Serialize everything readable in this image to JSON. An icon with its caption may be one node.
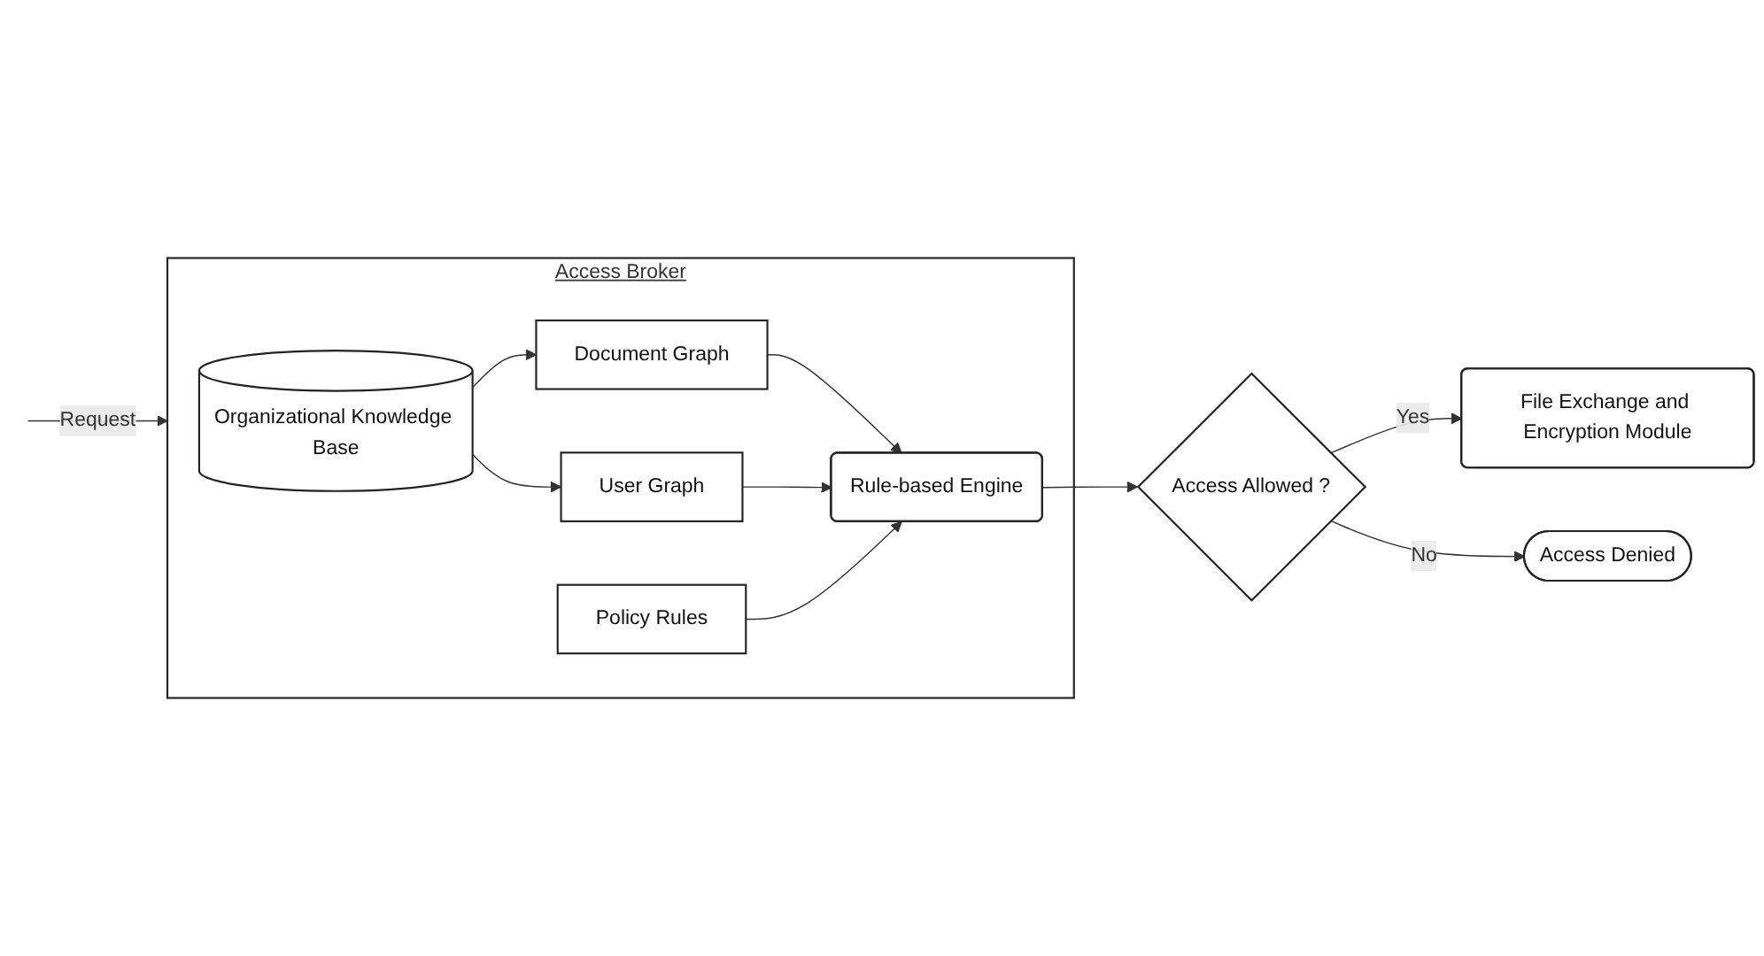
{
  "diagram": {
    "nodes": [
      {
        "text": [
          "Access Broker"
        ]
      },
      {
        "text": [
          "Organizational Knowledge Base"
        ],
        "in": 0
      },
      {
        "text": [
          "Document Graph"
        ],
        "in": 0
      },
      {
        "text": [
          "User Graph"
        ],
        "in": 0
      },
      {
        "text": [
          "Policy Rules"
        ],
        "in": 0
      },
      {
        "text": [
          "Rule-based Engine"
        ],
        "in": 0
      },
      {
        "text": [
          "File Exchange and Encryption Module"
        ]
      },
      {
        "text": [
          "Access Allowed ?"
        ]
      },
      {
        "text": [
          "Access Denied"
        ]
      }
    ],
    "edges": [
      {
        "from": 1,
        "to": 2,
        "arrow": "to"
      },
      {
        "from": 1,
        "to": 3,
        "arrow": "to"
      },
      {
        "from": 2,
        "to": 5,
        "arrow": "to"
      },
      {
        "from": 3,
        "to": 5,
        "arrow": "to"
      },
      {
        "from": 4,
        "to": 5,
        "arrow": "to"
      },
      {
        "from": 5,
        "to": 7,
        "arrow": "to"
      },
      {
        "from": 7,
        "to": 6,
        "label": "Yes",
        "arrow": "to"
      },
      {
        "from": 7,
        "to": 8,
        "label": "No",
        "arrow": "to"
      },
      {
        "from": null,
        "to": 0,
        "label": "Request",
        "arrow": "to"
      }
    ]
  }
}
